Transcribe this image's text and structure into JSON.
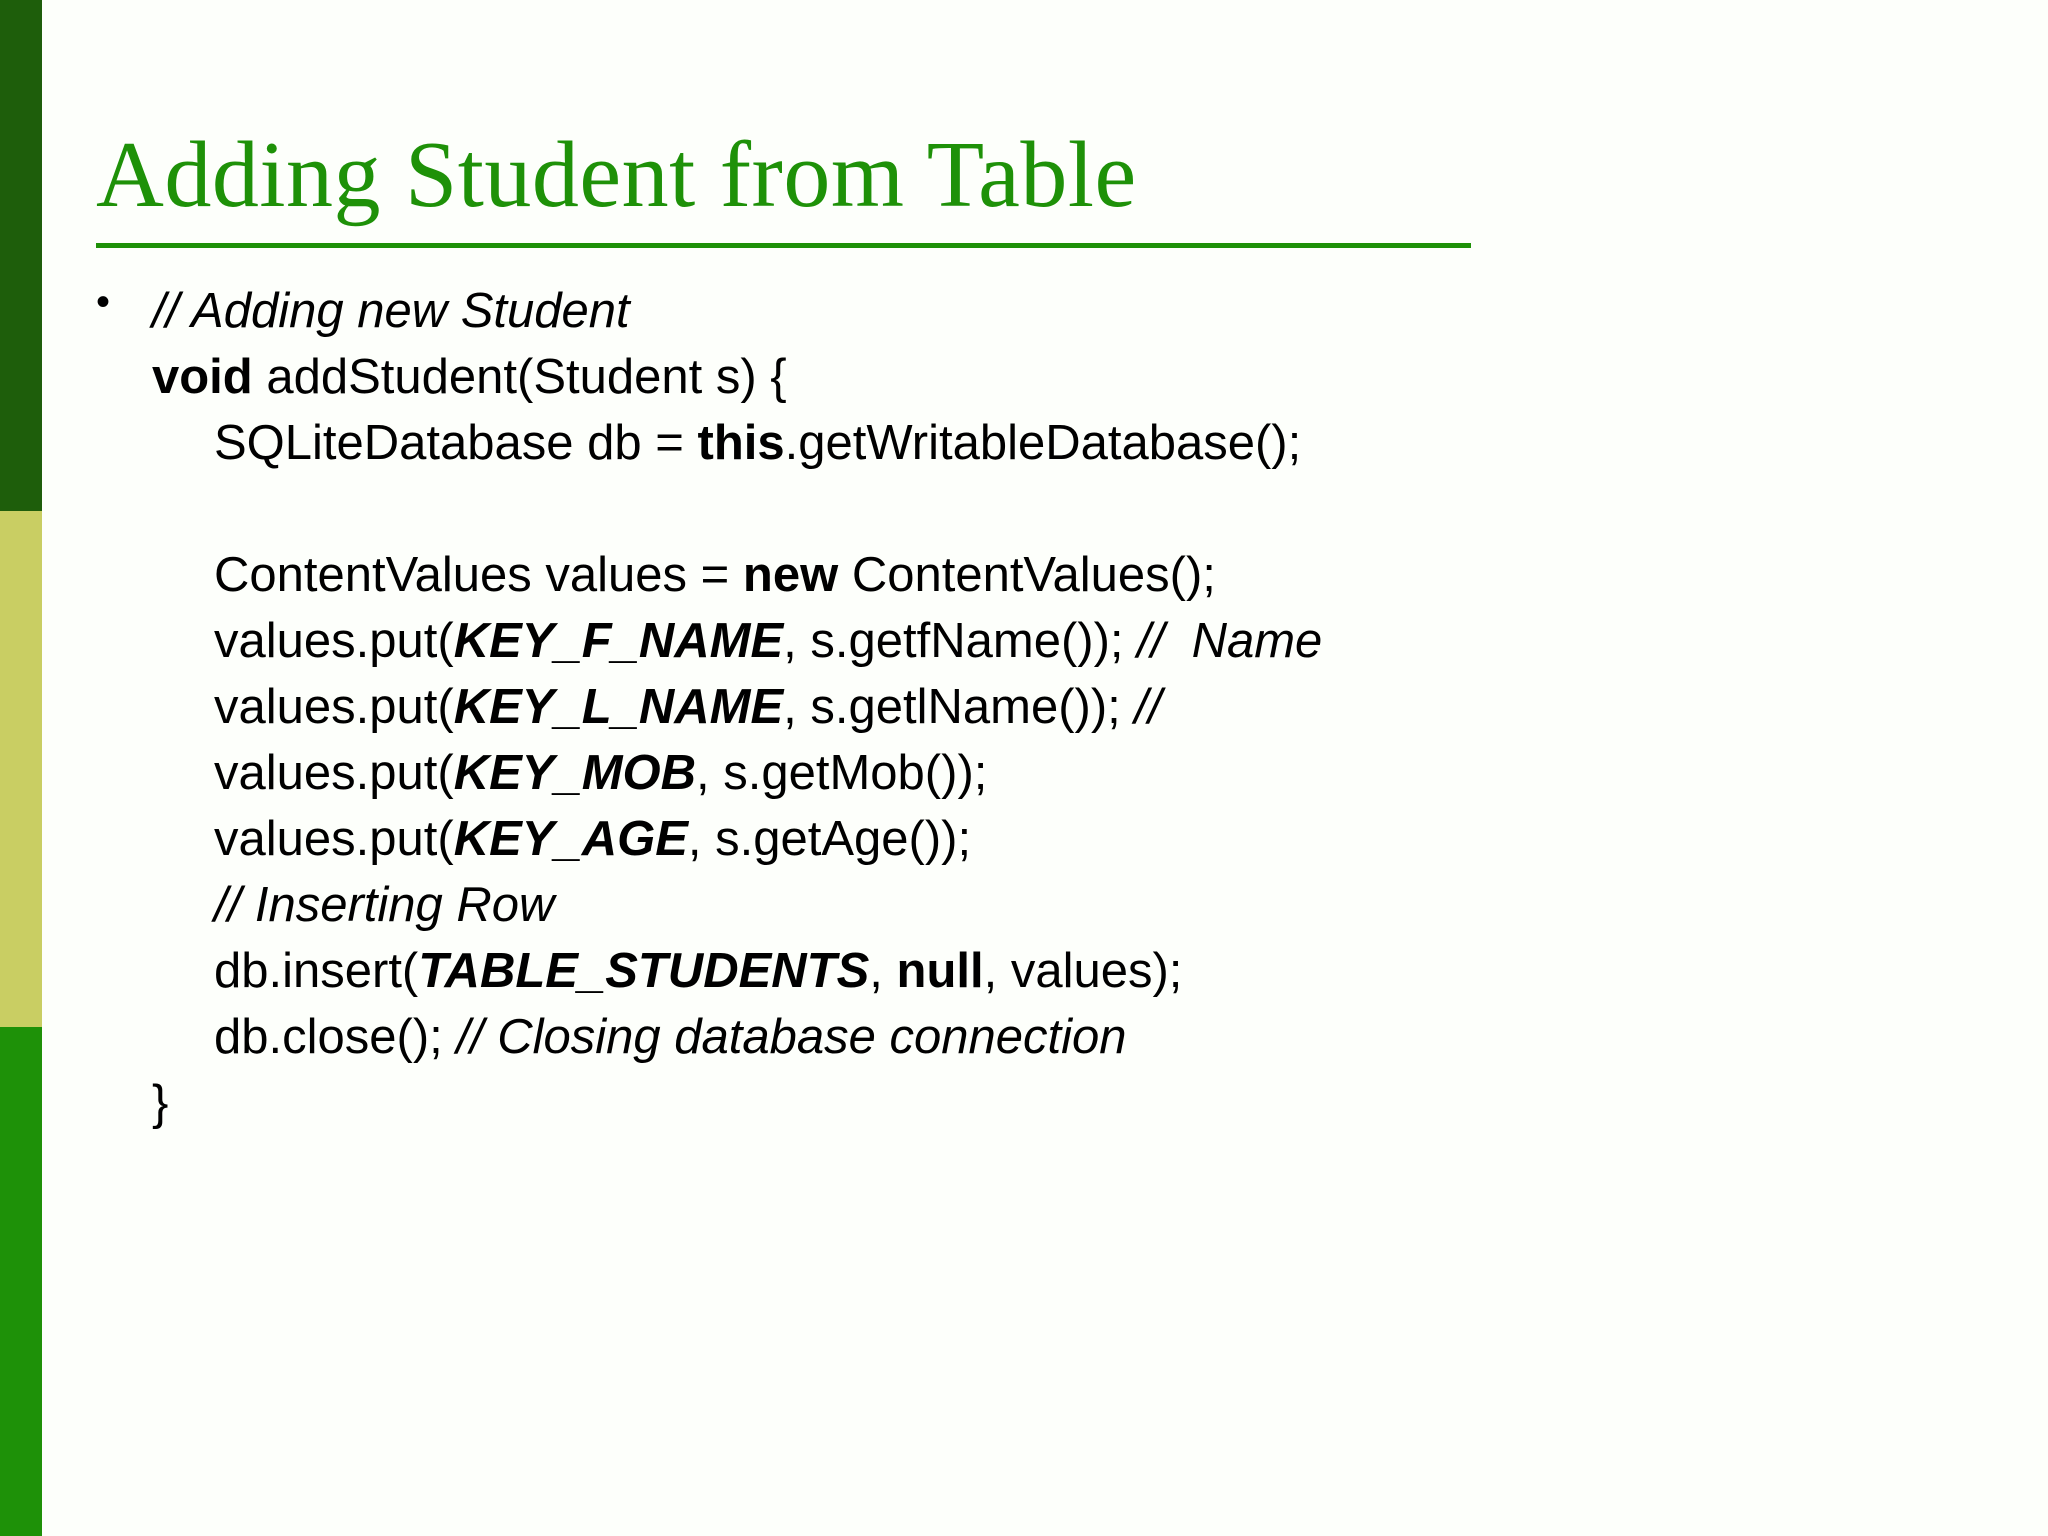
{
  "slide": {
    "title": "Adding Student from Table",
    "title_color": "#1E9108",
    "background_color": "#FDFFFB",
    "bullet_glyph": "•"
  },
  "sidebar": {
    "bands": [
      {
        "name": "dark-green-band",
        "color": "#1E5E0B"
      },
      {
        "name": "khaki-band",
        "color": "#C9CE63"
      },
      {
        "name": "bright-green-band",
        "color": "#1E9108"
      }
    ]
  },
  "code": {
    "lines": [
      {
        "indent": 0,
        "segments": [
          {
            "text": "// Adding new Student",
            "style": "it"
          }
        ]
      },
      {
        "indent": 0,
        "segments": [
          {
            "text": "void",
            "style": "bd"
          },
          {
            "text": " addStudent(Student s) {",
            "style": ""
          }
        ]
      },
      {
        "indent": 1,
        "segments": [
          {
            "text": "SQLiteDatabase db = ",
            "style": ""
          },
          {
            "text": "this",
            "style": "bd"
          },
          {
            "text": ".getWritableDatabase();",
            "style": ""
          }
        ]
      },
      {
        "indent": 1,
        "segments": [
          {
            "text": "",
            "style": ""
          }
        ]
      },
      {
        "indent": 1,
        "segments": [
          {
            "text": "ContentValues values = ",
            "style": ""
          },
          {
            "text": "new",
            "style": "bd"
          },
          {
            "text": " ContentValues();",
            "style": ""
          }
        ]
      },
      {
        "indent": 1,
        "segments": [
          {
            "text": "values.put(",
            "style": ""
          },
          {
            "text": "KEY_F_NAME",
            "style": "bdit"
          },
          {
            "text": ", s.getfName()); ",
            "style": ""
          },
          {
            "text": "//  Name",
            "style": "it"
          }
        ]
      },
      {
        "indent": 1,
        "segments": [
          {
            "text": "values.put(",
            "style": ""
          },
          {
            "text": "KEY_L_NAME",
            "style": "bdit"
          },
          {
            "text": ", s.getlName()); ",
            "style": ""
          },
          {
            "text": "//",
            "style": "it"
          }
        ]
      },
      {
        "indent": 1,
        "segments": [
          {
            "text": "values.put(",
            "style": ""
          },
          {
            "text": "KEY_MOB",
            "style": "bdit"
          },
          {
            "text": ", s.getMob());",
            "style": ""
          }
        ]
      },
      {
        "indent": 1,
        "segments": [
          {
            "text": "values.put(",
            "style": ""
          },
          {
            "text": "KEY_AGE",
            "style": "bdit"
          },
          {
            "text": ", s.getAge());",
            "style": ""
          }
        ]
      },
      {
        "indent": 1,
        "segments": [
          {
            "text": "// Inserting Row",
            "style": "it"
          }
        ]
      },
      {
        "indent": 1,
        "segments": [
          {
            "text": "db.insert(",
            "style": ""
          },
          {
            "text": "TABLE_STUDENTS",
            "style": "bdit"
          },
          {
            "text": ", ",
            "style": ""
          },
          {
            "text": "null",
            "style": "bd"
          },
          {
            "text": ", values);",
            "style": ""
          }
        ]
      },
      {
        "indent": 1,
        "segments": [
          {
            "text": "db.close(); ",
            "style": ""
          },
          {
            "text": "// Closing database connection",
            "style": "it"
          }
        ]
      },
      {
        "indent": 0,
        "segments": [
          {
            "text": "}",
            "style": ""
          }
        ]
      }
    ]
  }
}
